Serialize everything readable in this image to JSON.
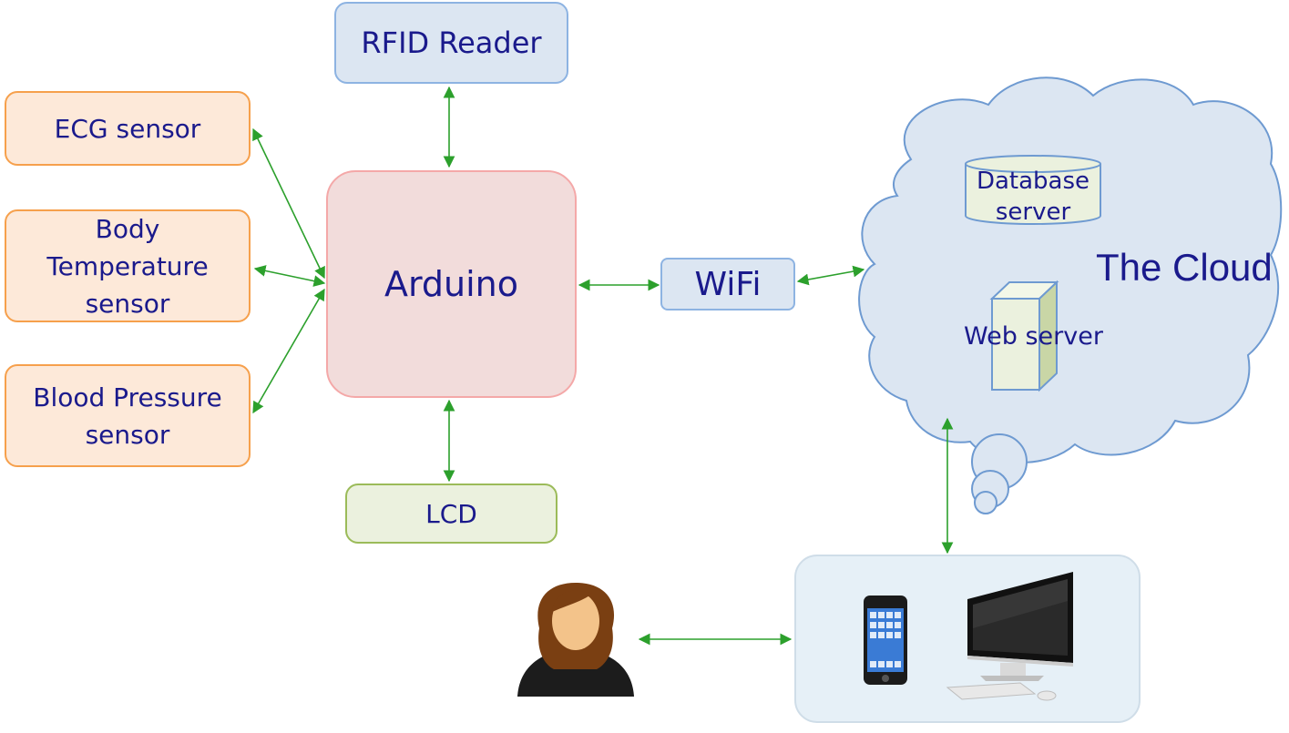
{
  "sensors": {
    "ecg": [
      "ECG sensor"
    ],
    "body_temp": [
      "Body",
      "Temperature",
      "sensor"
    ],
    "blood_pressure": [
      "Blood Pressure",
      "sensor"
    ]
  },
  "rfid": {
    "label": "RFID Reader"
  },
  "arduino": {
    "label": "Arduino"
  },
  "wifi": {
    "label": "WiFi"
  },
  "lcd": {
    "label": "LCD"
  },
  "cloud": {
    "title": "The Cloud",
    "database": [
      "Database",
      "server"
    ],
    "web_server": "Web server"
  },
  "colors": {
    "arrow": "#2ca02c",
    "text": "#1a1a8c",
    "cloud_fill": "#dce6f2",
    "cloud_stroke": "#6e9ad1"
  },
  "icons": {
    "user": "user-icon",
    "phone": "smartphone-icon",
    "monitor": "desktop-monitor-icon"
  }
}
